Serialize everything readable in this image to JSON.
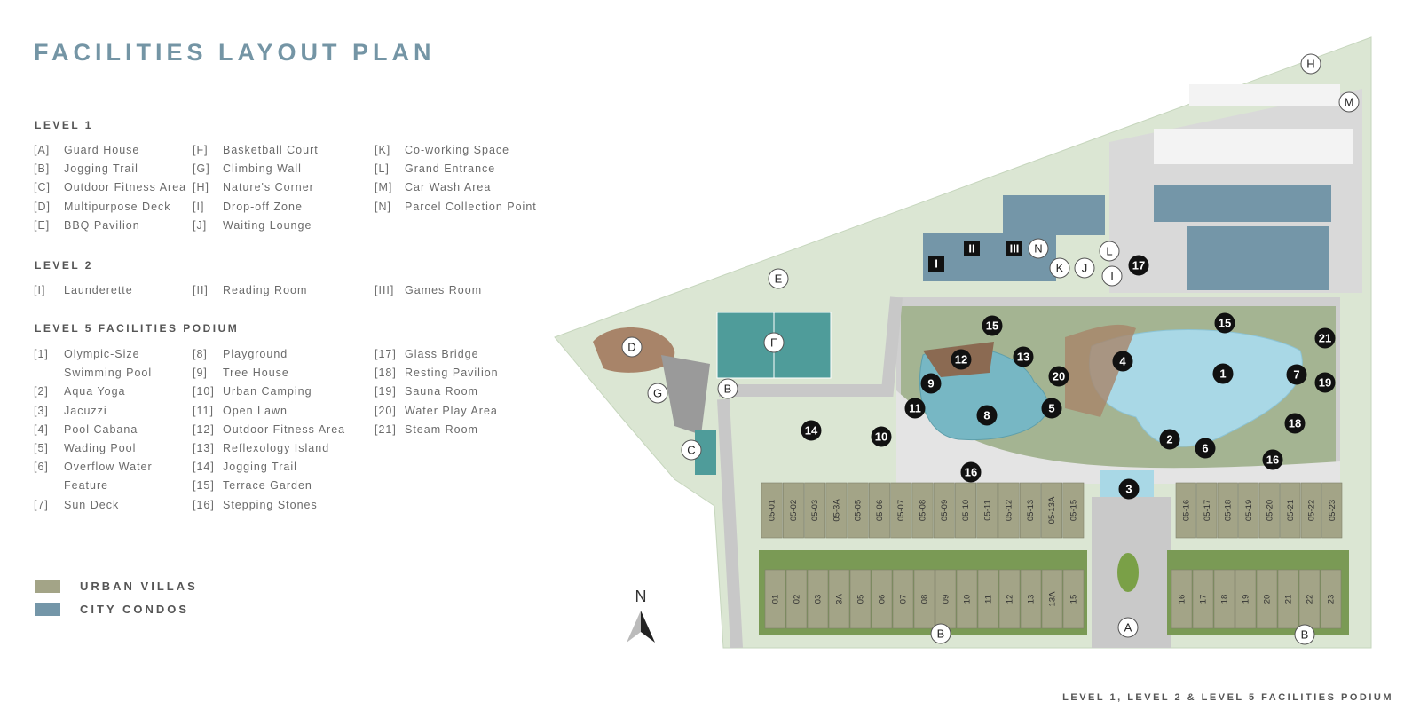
{
  "title": "FACILITIES LAYOUT PLAN",
  "caption": "LEVEL 1, LEVEL 2 & LEVEL 5 FACILITIES PODIUM",
  "colors": {
    "urban_villas": "#a3a487",
    "city_condos": "#7496a8",
    "title": "#7495a5",
    "pool": "#a9d8e6",
    "lawn": "#d4e2cc",
    "court": "#4f9c9a",
    "deck": "#a88469"
  },
  "sections": [
    {
      "heading": "LEVEL 1",
      "columns": [
        [
          [
            "[A]",
            "Guard House"
          ],
          [
            "[B]",
            "Jogging Trail"
          ],
          [
            "[C]",
            "Outdoor Fitness Area"
          ],
          [
            "[D]",
            "Multipurpose Deck"
          ],
          [
            "[E]",
            "BBQ Pavilion"
          ]
        ],
        [
          [
            "[F]",
            "Basketball Court"
          ],
          [
            "[G]",
            "Climbing Wall"
          ],
          [
            "[H]",
            "Nature's Corner"
          ],
          [
            "[I]",
            "Drop-off Zone"
          ],
          [
            "[J]",
            "Waiting Lounge"
          ]
        ],
        [
          [
            "[K]",
            "Co-working Space"
          ],
          [
            "[L]",
            "Grand Entrance"
          ],
          [
            "[M]",
            "Car Wash Area"
          ],
          [
            "[N]",
            "Parcel Collection Point"
          ]
        ]
      ]
    },
    {
      "heading": "LEVEL 2",
      "columns": [
        [
          [
            "[I]",
            "Launderette"
          ]
        ],
        [
          [
            "[II]",
            "Reading Room"
          ]
        ],
        [
          [
            "[III]",
            "Games Room"
          ]
        ]
      ]
    },
    {
      "heading": "LEVEL 5 FACILITIES PODIUM",
      "columns": [
        [
          [
            "[1]",
            "Olympic-Size"
          ],
          [
            "",
            "Swimming Pool"
          ],
          [
            "[2]",
            "Aqua Yoga"
          ],
          [
            "[3]",
            "Jacuzzi"
          ],
          [
            "[4]",
            "Pool Cabana"
          ],
          [
            "[5]",
            "Wading Pool"
          ],
          [
            "[6]",
            "Overflow Water"
          ],
          [
            "",
            "Feature"
          ],
          [
            "[7]",
            "Sun Deck"
          ]
        ],
        [
          [
            "[8]",
            "Playground"
          ],
          [
            "[9]",
            "Tree House"
          ],
          [
            "[10]",
            "Urban Camping"
          ],
          [
            "[11]",
            "Open Lawn"
          ],
          [
            "[12]",
            "Outdoor Fitness Area"
          ],
          [
            "[13]",
            "Reflexology Island"
          ],
          [
            "[14]",
            "Jogging Trail"
          ],
          [
            "[15]",
            "Terrace Garden"
          ],
          [
            "[16]",
            "Stepping Stones"
          ]
        ],
        [
          [
            "[17]",
            "Glass Bridge"
          ],
          [
            "[18]",
            "Resting Pavilion"
          ],
          [
            "[19]",
            "Sauna Room"
          ],
          [
            "[20]",
            "Water Play Area"
          ],
          [
            "[21]",
            "Steam Room"
          ]
        ]
      ]
    }
  ],
  "legend": [
    {
      "label": "URBAN VILLAS"
    },
    {
      "label": "CITY CONDOS"
    }
  ],
  "map": {
    "north_label": "N",
    "level1_markers": [
      "H",
      "M",
      "E",
      "D",
      "F",
      "G",
      "B",
      "C",
      "N",
      "L",
      "K",
      "J",
      "I",
      "A",
      "B",
      "B"
    ],
    "level2_markers": [
      "I",
      "II",
      "III"
    ],
    "podium_markers": [
      "17",
      "15",
      "15",
      "21",
      "12",
      "13",
      "4",
      "1",
      "7",
      "19",
      "20",
      "9",
      "5",
      "8",
      "11",
      "18",
      "14",
      "10",
      "2",
      "6",
      "16",
      "16",
      "3"
    ],
    "villa_units_upper_left": [
      "05-01",
      "05-02",
      "05-03",
      "05-3A",
      "05-05",
      "05-06",
      "05-07",
      "05-08",
      "05-09",
      "05-10",
      "05-11",
      "05-12",
      "05-13",
      "05-13A",
      "05-15"
    ],
    "villa_units_upper_right": [
      "05-16",
      "05-17",
      "05-18",
      "05-19",
      "05-20",
      "05-21",
      "05-22",
      "05-23"
    ],
    "villa_units_lower_left": [
      "01",
      "02",
      "03",
      "3A",
      "05",
      "06",
      "07",
      "08",
      "09",
      "10",
      "11",
      "12",
      "13",
      "13A",
      "15"
    ],
    "villa_units_lower_right": [
      "16",
      "17",
      "18",
      "19",
      "20",
      "21",
      "22",
      "23"
    ]
  }
}
